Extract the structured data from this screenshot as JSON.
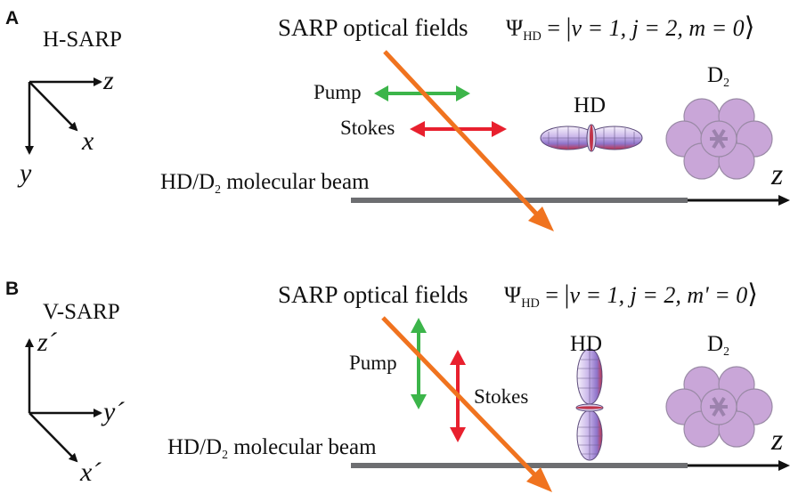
{
  "panels": [
    {
      "letter": "A",
      "method": "H-SARP",
      "title": "SARP optical fields",
      "formula": {
        "psi": "Ψ",
        "psi_sub": "HD",
        "eq": "=",
        "state": "v = 1, j = 2, m = 0"
      },
      "axes": {
        "right": "z",
        "diag": "x",
        "down": "y"
      },
      "pump": "Pump",
      "stokes": "Stokes",
      "hd": "HD",
      "d2": {
        "main": "D",
        "sub": "2"
      },
      "beam": {
        "pre": "HD/D",
        "sub": "2",
        "post": " molecular beam"
      },
      "beam_axis": "z"
    },
    {
      "letter": "B",
      "method": "V-SARP",
      "title": "SARP optical fields",
      "formula": {
        "psi": "Ψ",
        "psi_sub": "HD",
        "eq": "=",
        "state": "v = 1, j = 2, m' = 0"
      },
      "axes": {
        "up": "z´",
        "right": "y´",
        "diag": "x´"
      },
      "pump": "Pump",
      "stokes": "Stokes",
      "hd": "HD",
      "d2": {
        "main": "D",
        "sub": "2"
      },
      "beam": {
        "pre": "HD/D",
        "sub": "2",
        "post": " molecular beam"
      },
      "beam_axis": "z"
    }
  ],
  "colors": {
    "laser": "#f0731f",
    "pump": "#3cb54a",
    "stokes": "#e8202e",
    "beam": "#6d6e71",
    "d2_fill": "#c9a6d8",
    "d2_stroke": "#9a8aa6",
    "lobe_light": "#f4eef8",
    "lobe_mid": "#b9a3e0",
    "lobe_red": "#c0344a"
  }
}
